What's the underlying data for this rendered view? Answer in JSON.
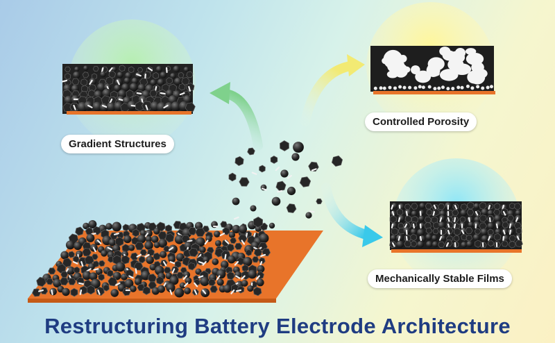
{
  "title": "Restructuring Battery Electrode Architecture",
  "labels": {
    "gradient": "Gradient Structures",
    "porosity": "Controlled Porosity",
    "stable": "Mechanically Stable Films"
  },
  "colors": {
    "title": "#1f3c82",
    "current_collector": "#e8742a",
    "particle": "#2b2b2b",
    "binder": "#f2f2f2",
    "arrow_green": "#7fd18c",
    "arrow_yellow": "#f2ea73",
    "arrow_cyan": "#39c9ea"
  }
}
